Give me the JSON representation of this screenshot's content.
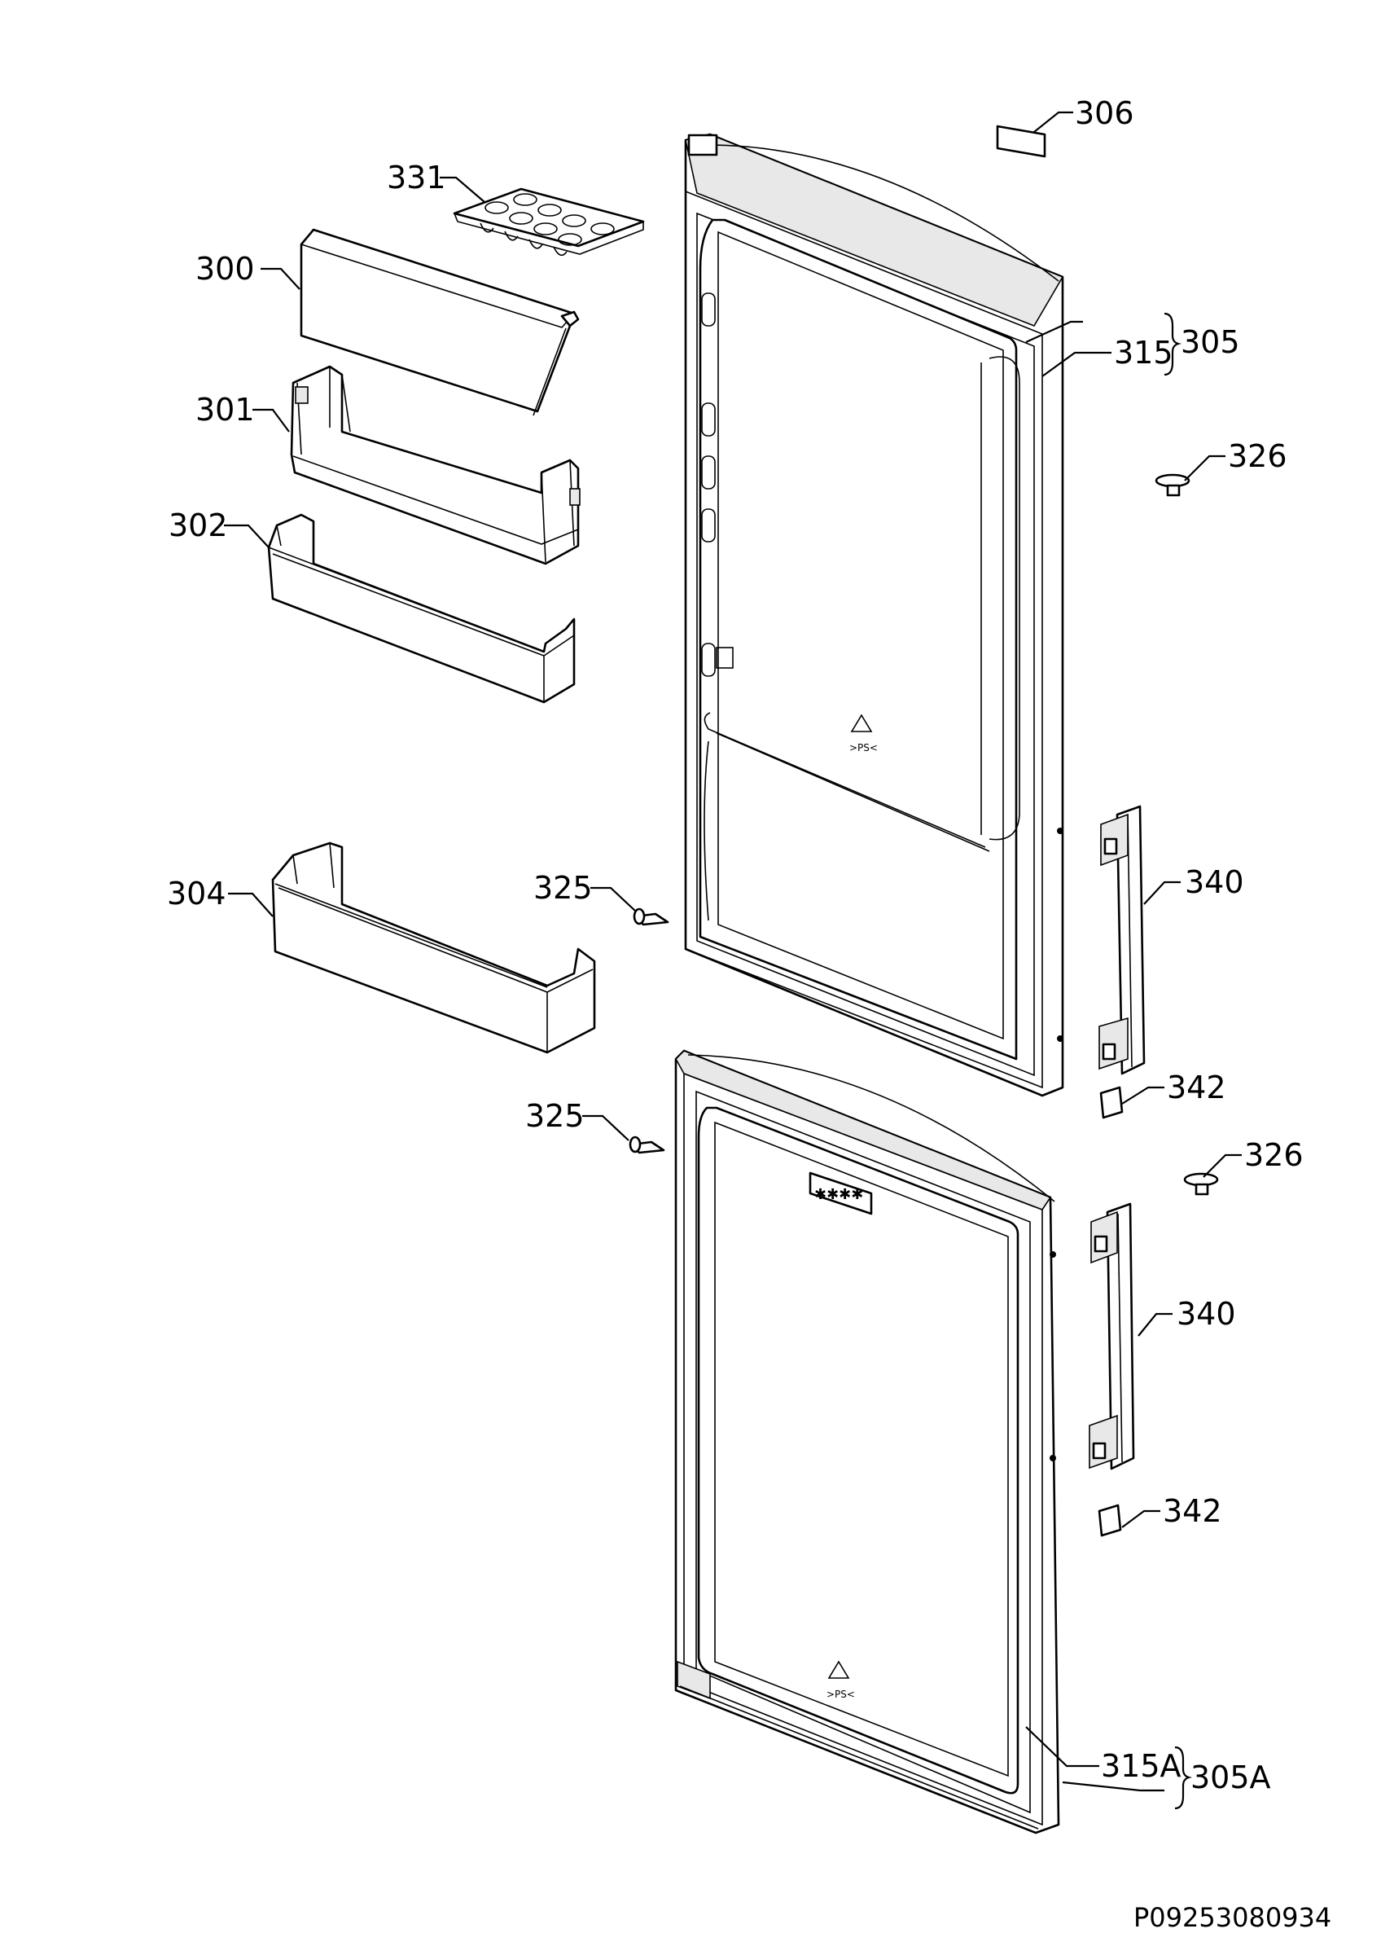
{
  "diagram": {
    "drawing_code": "P09253080934",
    "callouts": [
      {
        "id": "306",
        "text": "306"
      },
      {
        "id": "331",
        "text": "331"
      },
      {
        "id": "300",
        "text": "300"
      },
      {
        "id": "301",
        "text": "301"
      },
      {
        "id": "302",
        "text": "302"
      },
      {
        "id": "315",
        "text": "315"
      },
      {
        "id": "305",
        "text": "305"
      },
      {
        "id": "326a",
        "text": "326"
      },
      {
        "id": "304",
        "text": "304"
      },
      {
        "id": "325a",
        "text": "325"
      },
      {
        "id": "340a",
        "text": "340"
      },
      {
        "id": "342a",
        "text": "342"
      },
      {
        "id": "325b",
        "text": "325"
      },
      {
        "id": "326b",
        "text": "326"
      },
      {
        "id": "340b",
        "text": "340"
      },
      {
        "id": "342b",
        "text": "342"
      },
      {
        "id": "315A",
        "text": "315A"
      },
      {
        "id": "305A",
        "text": "305A"
      }
    ]
  }
}
